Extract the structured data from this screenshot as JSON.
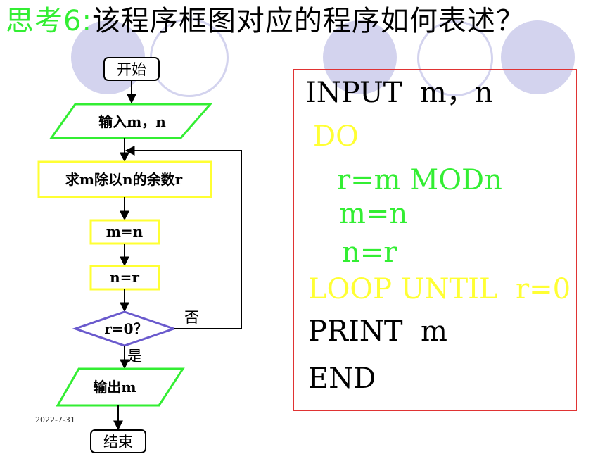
{
  "title": {
    "prefix": "思考6:",
    "question": "该程序框图对应的程序如何表述？"
  },
  "flowchart": {
    "start": "开始",
    "input": "输入m，n",
    "remainder": "求m除以n的余数r",
    "assign_m": "m=n",
    "assign_n": "n=r",
    "condition": "r=0？",
    "no_label": "否",
    "yes_label": "是",
    "output": "输出m",
    "end": "结束"
  },
  "date": "2022-7-31",
  "program": {
    "lines": [
      "INPUT  m，n",
      "DO",
      "r=m MODn",
      "m=n",
      "n=r",
      "LOOP UNTIL  r=0",
      "PRINT  m",
      "END"
    ]
  },
  "colors": {
    "accent_green": "#33ee33",
    "accent_yellow": "#ffff33",
    "box_border": "#e03333",
    "decision_border": "#6a5acd",
    "decoration": "#d3d3ee"
  }
}
